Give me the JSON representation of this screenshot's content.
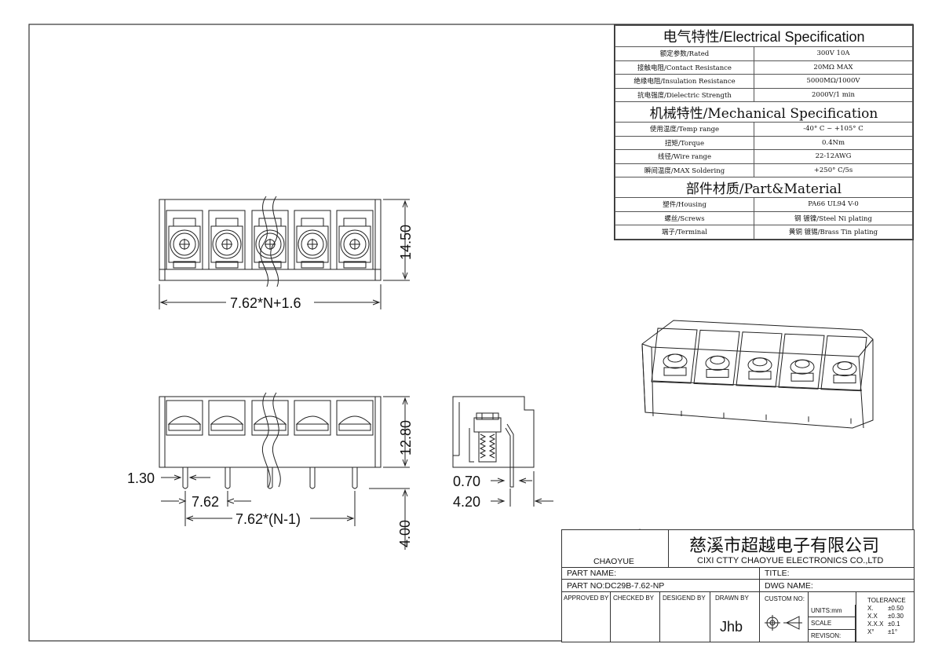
{
  "spec": {
    "electrical_title": "电气特性/Electrical Specification",
    "electrical_rows": [
      {
        "label": "额定参数/Rated",
        "value": "300V  10A"
      },
      {
        "label": "接触电阻/Contact Resistance",
        "value": "20MΩ MAX"
      },
      {
        "label": "绝缘电阻/Insulation Resistance",
        "value": "5000MΩ/1000V"
      },
      {
        "label": "抗电强度/Dielectric Strength",
        "value": "2000V/1 min"
      }
    ],
    "mechanical_title": "机械特性/Mechanical Specification",
    "mechanical_rows": [
      {
        "label": "使用温度/Temp range",
        "value": "-40° C ~ +105° C"
      },
      {
        "label": "扭矩/Torque",
        "value": "0.4Nm"
      },
      {
        "label": "线径/Wire range",
        "value": "22-12AWG"
      },
      {
        "label": "瞬间温度/MAX Soldering",
        "value": "+250° C/5s"
      }
    ],
    "material_title": "部件材质/Part&Material",
    "material_rows": [
      {
        "label": "塑件/Housing",
        "value": "PA66 UL94 V-0"
      },
      {
        "label": "螺丝/Screws",
        "value": "钢 镀镍/Steel Ni plating"
      },
      {
        "label": "端子/Terminal",
        "value": "黄铜 镀锡/Brass Tin  plating"
      }
    ]
  },
  "dims": {
    "height_top": "14.50",
    "width_top": "7.62*N+1.6",
    "height_front": "12.80",
    "pin_width": "1.30",
    "pitch": "7.62",
    "pitch_total": "7.62*(N-1)",
    "pin_length": "4.00",
    "side_pin": "0.70",
    "side_offset": "4.20"
  },
  "titleblock": {
    "logo_text": "CHAOYUE",
    "company_cn": "慈溪市超越电子有限公司",
    "company_en": "CIXI CTTY CHAOYUE ELECTRONICS CO.,LTD",
    "part_name": "PART NAME:",
    "title": "TITLE:",
    "part_no": "PART NO:DC29B-7.62-NP",
    "dwg_name": "DWG NAME:",
    "approved": "APPROVED BY",
    "checked": "CHECKED BY",
    "designed": "DESIGEND BY",
    "drawn": "DRAWN BY",
    "custom": "CUSTOM NO:",
    "drawer": "Jhb",
    "units": "UNITS:mm",
    "scale": "SCALE",
    "revision": "REVISON:",
    "tolerance_title": "TOLERANCE",
    "tolerance": [
      {
        "k": "X.",
        "v": "±0.50"
      },
      {
        "k": "X.X",
        "v": "±0.30"
      },
      {
        "k": "X.X.X",
        "v": "±0.1"
      },
      {
        "k": "X°",
        "v": "±1°"
      }
    ]
  }
}
